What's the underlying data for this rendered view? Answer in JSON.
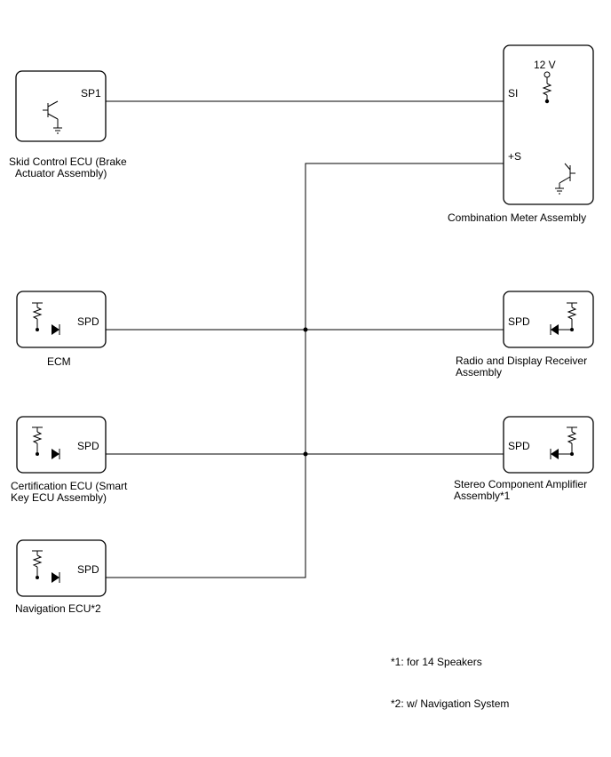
{
  "components": {
    "skid_control": {
      "pin": "SP1",
      "label_line1": "Skid Control ECU (Brake",
      "label_line2": "Actuator Assembly)"
    },
    "combination_meter": {
      "voltage": "12 V",
      "pin_si": "SI",
      "pin_s": "+S",
      "label": "Combination Meter Assembly"
    },
    "ecm": {
      "pin": "SPD",
      "label": "ECM"
    },
    "radio": {
      "pin": "SPD",
      "label_line1": "Radio and Display Receiver",
      "label_line2": "Assembly"
    },
    "certification": {
      "pin": "SPD",
      "label_line1": "Certification ECU (Smart",
      "label_line2": "Key ECU Assembly)"
    },
    "stereo": {
      "pin": "SPD",
      "label_line1": "Stereo Component Amplifier",
      "label_line2": "Assembly*1"
    },
    "navigation": {
      "pin": "SPD",
      "label": "Navigation ECU*2"
    }
  },
  "notes": {
    "note1": "*1: for 14 Speakers",
    "note2": "*2: w/ Navigation System"
  }
}
